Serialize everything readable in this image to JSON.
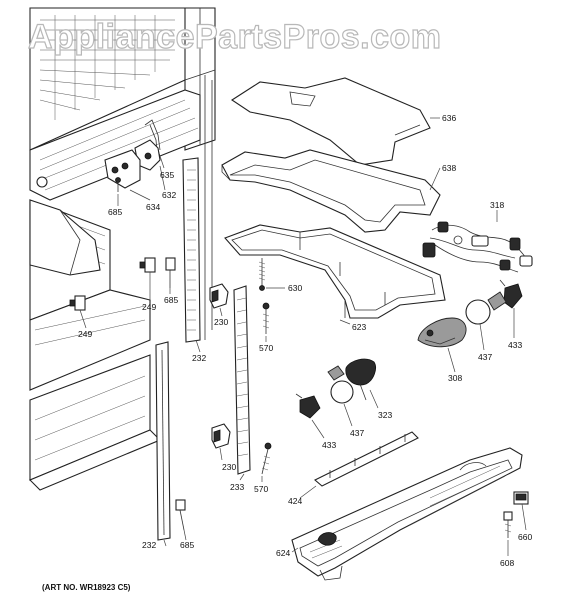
{
  "watermark": "AppliancePartsPros.com",
  "art_number": "(ART NO. WR18923 C5)",
  "parts": {
    "p636": "636",
    "p638": "638",
    "p318": "318",
    "p635": "635",
    "p632": "632",
    "p634": "634",
    "p685a": "685",
    "p685b": "685",
    "p685c": "685",
    "p249a": "249",
    "p249b": "249",
    "p630": "630",
    "p623": "623",
    "p230a": "230",
    "p230b": "230",
    "p570a": "570",
    "p570b": "570",
    "p232a": "232",
    "p232b": "232",
    "p433a": "433",
    "p433b": "433",
    "p437a": "437",
    "p437b": "437",
    "p308": "308",
    "p323": "323",
    "p233": "233",
    "p424": "424",
    "p624": "624",
    "p660": "660",
    "p608": "608"
  }
}
